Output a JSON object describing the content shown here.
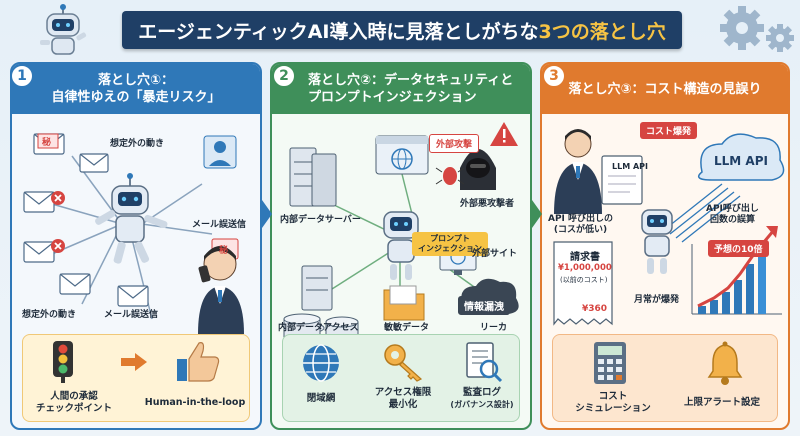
{
  "title": {
    "main": "エージェンティックAI導入時に見落としがちな",
    "highlight": "3つの落とし穴"
  },
  "panels": [
    {
      "number": "1",
      "head_line1": "落とし穴①：",
      "head_line2": "自律性ゆえの「暴走リスク」",
      "labels": {
        "unexpected_top": "想定外の動き",
        "secret1": "秘",
        "secret2": "秘",
        "mis_send_right": "メール誤送信",
        "unexpected_bottom": "想定外の動き",
        "mis_send_bottom": "メール誤送信"
      },
      "bottom": {
        "left_line1": "人間の承認",
        "left_line2": "チェックポイント",
        "right": "Human-in-the-loop"
      }
    },
    {
      "number": "2",
      "head_line1": "落とし穴②：データセキュリティと",
      "head_line2": "プロンプトインジェクション",
      "labels": {
        "external_attack": "外部攻撃",
        "prompt_injection_1": "プロンプト",
        "prompt_injection_2": "インジェクション",
        "internal_server": "内部データサーバー",
        "external_attacker": "外部悪攻撃者",
        "external_site": "外部サイト",
        "info_leak": "情報漏洩",
        "internal_access": "内部データアクセス",
        "sensitive_data": "敏敏データ",
        "leaker": "リーカ"
      },
      "bottom": {
        "closed_network": "閉域網",
        "access_line1": "アクセス権限",
        "access_line2": "最小化",
        "audit_line1": "監査ログ",
        "audit_line2": "(ガバナンス設計)"
      }
    },
    {
      "number": "3",
      "head_line1": "落とし穴③：コスト構造の見誤り",
      "labels": {
        "cost_explosion": "コスト爆発",
        "llm_api_doc": "LLM API",
        "llm_api_cloud": "LLM API",
        "api_low_1": "API 呼び出しの",
        "api_low_2": "(コスが低い)",
        "api_count_1": "API呼び出し",
        "api_count_2": "回数の誤算",
        "invoice_title": "請求書",
        "invoice_amount": "¥1,000,000",
        "invoice_prev": "(以前のコスト)",
        "invoice_small": "¥360",
        "ten_times": "予想の10倍",
        "monthly": "月常が爆発"
      },
      "bottom": {
        "sim_line1": "コスト",
        "sim_line2": "シミュレーション",
        "alert": "上限アラート設定"
      }
    }
  ],
  "colors": {
    "navy": "#1f3f66",
    "blue": "#2f78b8",
    "green": "#3f8f5a",
    "orange": "#e07a2e",
    "gold": "#f6c344",
    "red": "#d64541"
  }
}
